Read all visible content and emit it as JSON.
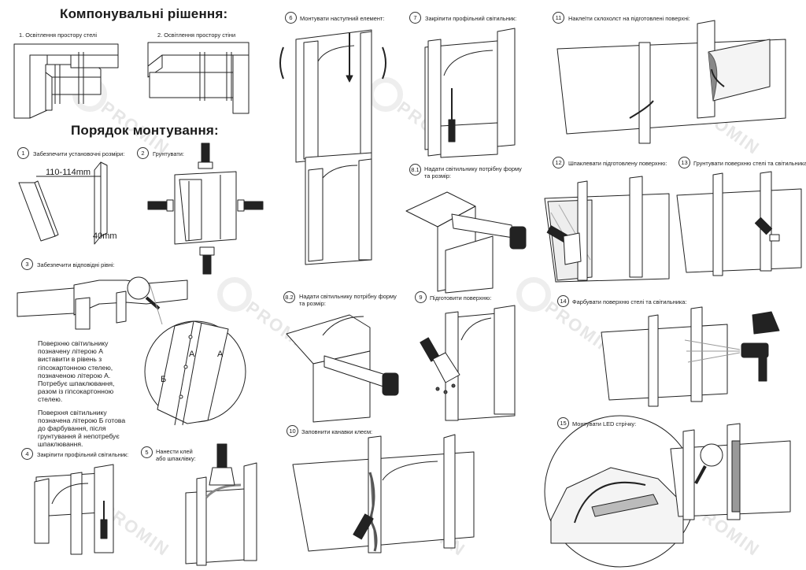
{
  "headings": {
    "solutions": "Компонувальні рішення:",
    "order": "Порядок монтування:"
  },
  "solutions": {
    "s1": "1. Освітлення простору стелі",
    "s2": "2. Освітлення простору стіни"
  },
  "steps": {
    "s1": {
      "num": "1",
      "text": "Забезпечити установочні розміри:"
    },
    "s2": {
      "num": "2",
      "text": "Грунтувати:"
    },
    "s3": {
      "num": "3",
      "text": "Забезпечити відповідні рівні:"
    },
    "s4": {
      "num": "4",
      "text": "Закріпити профільний світильник:"
    },
    "s5": {
      "num": "5",
      "text_1": "Нанести клей",
      "text_2": "або шпаклівку:"
    },
    "s6": {
      "num": "6",
      "text": "Монтувати наступний елемент:"
    },
    "s7": {
      "num": "7",
      "text": "Закріпити профільний світильник:"
    },
    "s8_1": {
      "num": "8.1",
      "text_1": "Надати світильнику потрібну форму",
      "text_2": "та розмір:"
    },
    "s8_2": {
      "num": "8.2",
      "text_1": "Надати світильнику потрібну форму",
      "text_2": "та розмір:"
    },
    "s9": {
      "num": "9",
      "text": "Підготовити поверхню:"
    },
    "s10": {
      "num": "10",
      "text": "Заповнити канавки клеєм:"
    },
    "s11": {
      "num": "11",
      "text": "Наклеїти склохолст на підготовлені поверхні:"
    },
    "s12": {
      "num": "12",
      "text": "Шпаклевати підготовлену поверхню:"
    },
    "s13": {
      "num": "13",
      "text": "Грунтувати поверхню стелі та світильника :"
    },
    "s14": {
      "num": "14",
      "text": "Фарбувати поверхню стелі та світильника:"
    },
    "s15": {
      "num": "15",
      "text": "Монтувати LED стрічку:"
    }
  },
  "dimensions": {
    "width": "110-114mm",
    "depth": "40mm"
  },
  "letters": {
    "a1": "А",
    "a2": "А",
    "b": "Б"
  },
  "note": {
    "p1": "Поверхню світильнику позначену літерою А виставити в рівень з гіпсокартонною стелею, позначеною літерою А. Потребує шпаклювання, разом із гіпсокартонною стелею.",
    "p2": "Поверхня світильнику позначена літерою Б готова до фарбування, після грунтування й непотребує шпаклювання."
  },
  "watermark": "PROMIN",
  "colors": {
    "line": "#222222",
    "light": "#f4f4f4",
    "watermark": "#e6e6e6"
  }
}
